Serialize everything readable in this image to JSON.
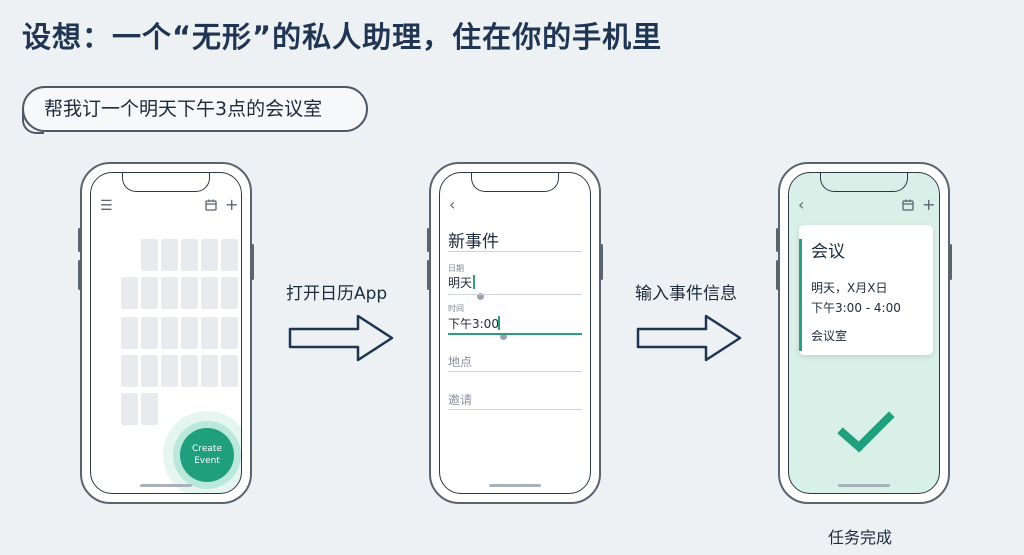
{
  "title": "设想：一个“无形”的私人助理，住在你的手机里",
  "user_request": "帮我订一个明天下午3点的会议室",
  "step1_label": "打开日历App",
  "step2_label": "输入事件信息",
  "done_label": "任务完成",
  "phone1": {
    "menu_icon": "menu-icon",
    "calendar_icon": "calendar-icon",
    "add_icon": "plus-icon",
    "fab_line1": "Create",
    "fab_line2": "Event"
  },
  "phone2": {
    "back_icon": "back-chevron-icon",
    "header": "新事件",
    "date_label": "日期",
    "date_value": "明天",
    "time_label": "时间",
    "time_value": "下午3:00",
    "location_placeholder": "地点",
    "invite_placeholder": "邀请"
  },
  "phone3": {
    "back_icon": "back-chevron-icon",
    "card_title": "会议",
    "card_date": "明天，X月X日",
    "card_time": "下午3:00 - 4:00",
    "card_room": "会议室",
    "check_icon": "checkmark-icon"
  },
  "colors": {
    "accent": "#1f9f7c",
    "title": "#1f3552",
    "arrow": "#1f3552",
    "success_bg": "#d9f0e8"
  }
}
